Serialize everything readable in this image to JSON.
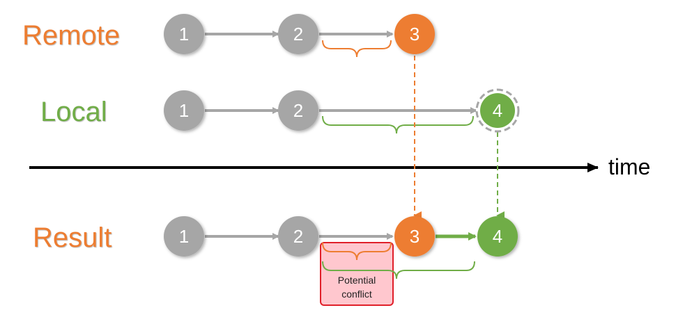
{
  "rows": {
    "remote": {
      "label": "Remote",
      "color": "#ed7d31"
    },
    "local": {
      "label": "Local",
      "color": "#70ad47"
    },
    "result": {
      "label": "Result",
      "color": "#ed7d31"
    }
  },
  "timeline": {
    "label": "time"
  },
  "conflict": {
    "line1": "Potential",
    "line2": "conflict"
  },
  "nodes": {
    "remote": [
      "1",
      "2",
      "3"
    ],
    "local": [
      "1",
      "2",
      "4"
    ],
    "result": [
      "1",
      "2",
      "3",
      "4"
    ]
  },
  "colors": {
    "gray_node": "#a6a6a6",
    "orange_node": "#ed7d31",
    "green_node": "#70ad47",
    "arrow_gray": "#a6a6a6",
    "conflict_fill": "#ffc7ce",
    "conflict_border": "#e0202a"
  }
}
